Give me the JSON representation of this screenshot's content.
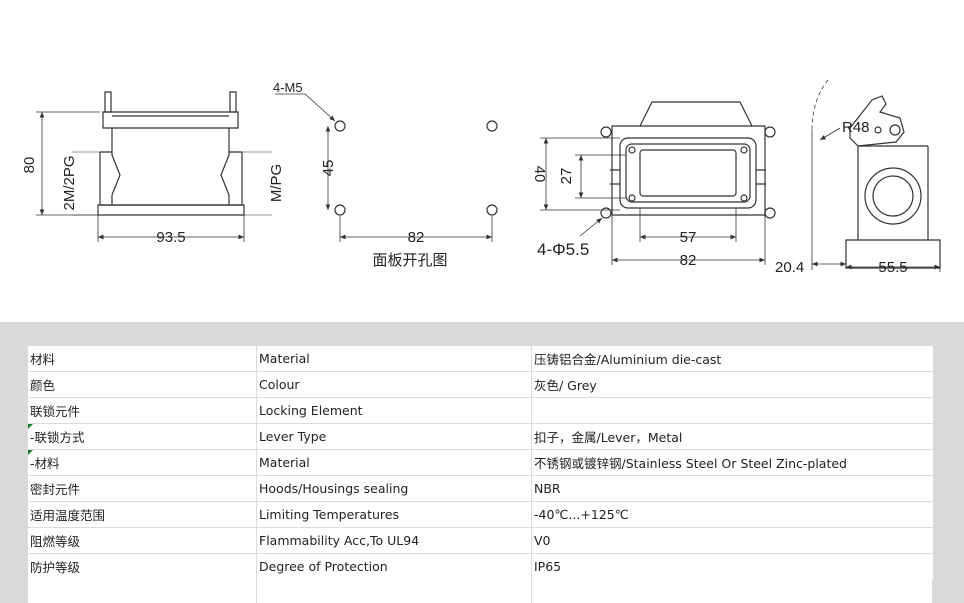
{
  "drawing": {
    "dims": {
      "height_80": "80",
      "left_label": "2M/2PG",
      "right_label": "M/PG",
      "width_93_5": "93.5",
      "screw": "4-M5",
      "spacing_45": "45",
      "spacing_82": "82",
      "panel_caption": "面板开孔图",
      "height_40": "40",
      "height_27": "27",
      "width_57": "57",
      "width_82": "82",
      "holes": "4-Φ5.5",
      "radius": "R48",
      "offset_20_4": "20.4",
      "width_55_5": "55.5"
    }
  },
  "spec_table": {
    "rows": [
      {
        "cn": "材料",
        "en": "Material",
        "value": "压铸铝合金/Aluminium die-cast"
      },
      {
        "cn": "颜色",
        "en": "Colour",
        "value": "灰色/ Grey"
      },
      {
        "cn": "联锁元件",
        "en": "Locking Element",
        "value": ""
      },
      {
        "cn": " -联锁方式",
        "en": "Lever Type",
        "value": "扣子，金属/Lever，Metal"
      },
      {
        "cn": " -材料",
        "en": "Material",
        "value": "不锈钢或镀锌钢/Stainless Steel Or Steel Zinc-plated"
      },
      {
        "cn": "密封元件",
        "en": "Hoods/Housings sealing",
        "value": "NBR"
      },
      {
        "cn": "适用温度范围",
        "en": "Limiting Temperatures",
        "value": "-40℃...+125℃"
      },
      {
        "cn": "阻燃等级",
        "en": "Flammability Acc,To UL94",
        "value": "V0"
      },
      {
        "cn": "防护等级",
        "en": "Degree of Protection",
        "value": "IP65"
      }
    ]
  }
}
